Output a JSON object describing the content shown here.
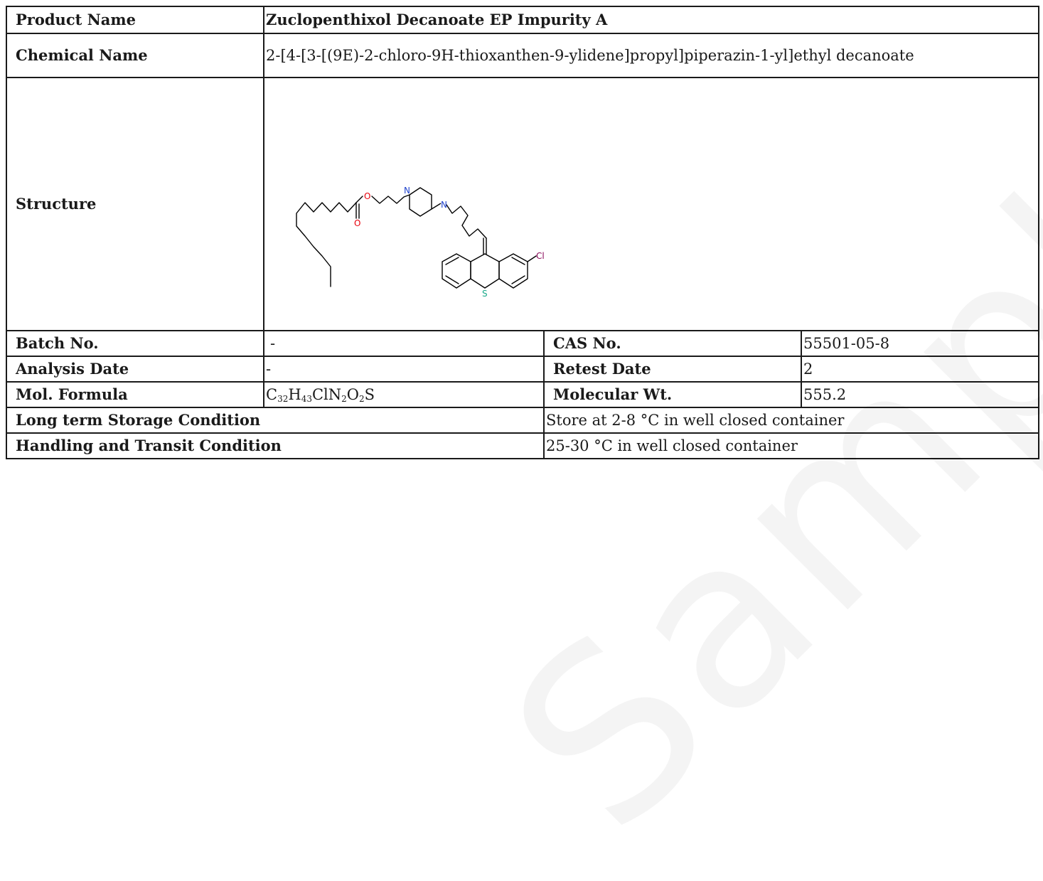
{
  "product": {
    "name_label": "Product Name",
    "name_value": "Zuclopenthixol Decanoate EP Impurity A"
  },
  "chemical": {
    "label": "Chemical Name",
    "value": "2-[4-[3-[(9E)-2-chloro-9H-thioxanthen-9-ylidene]propyl]piperazin-1-yl]ethyl decanoate"
  },
  "structure": {
    "label": "Structure",
    "atoms": {
      "oxygen": "O",
      "nitrogen": "N",
      "sulfur": "S",
      "chlorine": "Cl"
    },
    "colors": {
      "oxygen": "#e8000b",
      "nitrogen": "#2244cc",
      "sulfur": "#1aaa8a",
      "chlorine": "#8a0a5a",
      "bond": "#000000"
    }
  },
  "batch": {
    "label": "Batch No.",
    "value": "-"
  },
  "cas": {
    "label": "CAS No.",
    "value": "55501-05-8"
  },
  "analysis": {
    "label": "Analysis Date",
    "value": "-"
  },
  "retest": {
    "label": "Retest Date",
    "value": "2"
  },
  "formula": {
    "label": "Mol. Formula",
    "parts": {
      "c": "C",
      "c_n": "32",
      "h": "H",
      "h_n": "43",
      "cln": "ClN",
      "n_n": "2",
      "o": "O",
      "o_n": "2",
      "s": "S"
    }
  },
  "mw": {
    "label": "Molecular Wt.",
    "value": "555.2"
  },
  "storage": {
    "label": "Long term Storage Condition",
    "value": "Store at 2-8 °C in well closed container"
  },
  "handling": {
    "label": "Handling and Transit Condition",
    "value": "25-30 °C in well closed container"
  },
  "watermark": {
    "text": "Sample COA"
  }
}
